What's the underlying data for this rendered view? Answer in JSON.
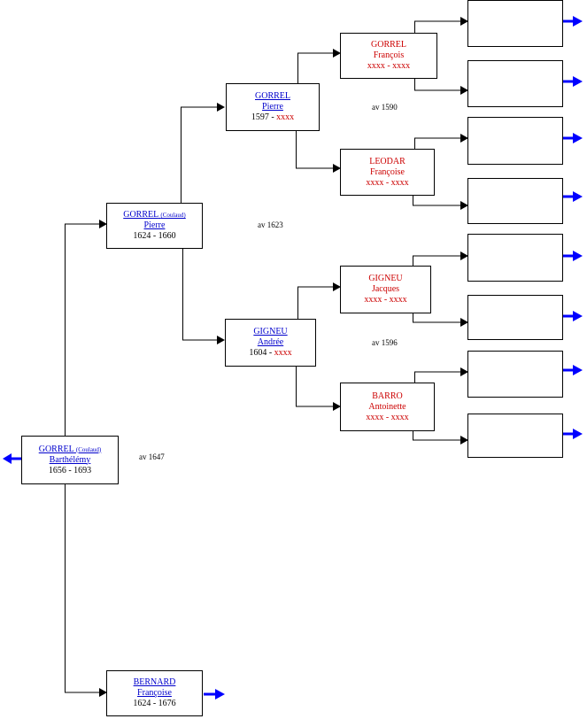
{
  "colors": {
    "link": "#0000cc",
    "unknown": "#cc0000",
    "line": "#000000",
    "arrow_blue": "#0000ff"
  },
  "root": {
    "surname": "GORREL",
    "note": "(Coulaud)",
    "given": "Barthélémy",
    "dates": "1656 - 1693"
  },
  "father": {
    "surname": "GORREL",
    "note": "(Coulaud)",
    "given": "Pierre",
    "dates": "1624 - 1660"
  },
  "mother": {
    "surname": "BERNARD",
    "given": "Françoise",
    "dates": "1624 - 1676"
  },
  "pgf": {
    "surname": "GORREL",
    "given": "Pierre",
    "dates_known": "1597 - ",
    "dates_unknown": "xxxx"
  },
  "pgm": {
    "surname": "GIGNEU",
    "given": "Andrée",
    "dates_known": "1604 - ",
    "dates_unknown": "xxxx"
  },
  "ggf1": {
    "surname": "GORREL",
    "given": "François",
    "dates": "xxxx - xxxx"
  },
  "ggm1": {
    "surname": "LEODAR",
    "given": "Françoise",
    "dates": "xxxx - xxxx"
  },
  "ggf2": {
    "surname": "GIGNEU",
    "given": "Jacques",
    "dates": "xxxx - xxxx"
  },
  "ggm2": {
    "surname": "BARRO",
    "given": "Antoinette",
    "dates": "xxxx - xxxx"
  },
  "unions": {
    "root": "av 1647",
    "parents": "av 1623",
    "pgf": "av 1590",
    "pgm": "av 1596"
  }
}
